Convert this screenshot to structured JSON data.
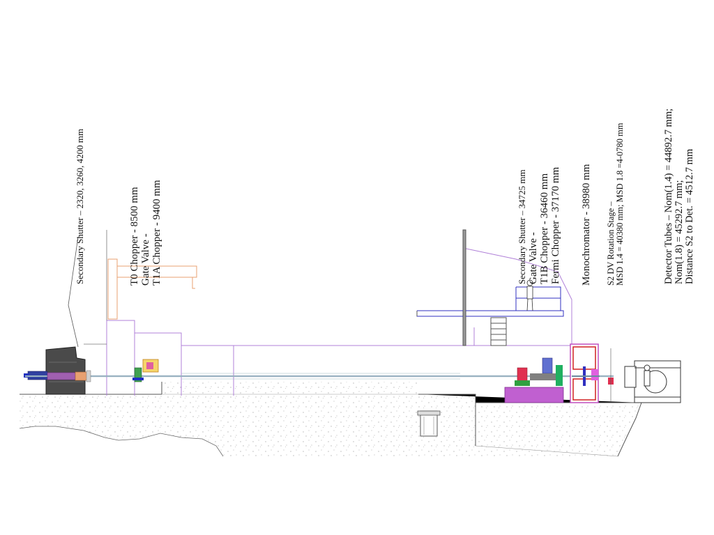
{
  "labels": {
    "secondary_shutter_1": "Secondary Shutter – 2320, 3260, 4200 mm",
    "t0_chopper": "T0 Chopper  - 8500 mm",
    "gate_valve_1": "Gate Valve  -",
    "t1a_chopper": "T1A Chopper  - 9400 mm",
    "secondary_shutter_2": "Secondary Shutter – 34725 mm",
    "gate_valve_2": "Gate Valve  -",
    "t1b_chopper": "T1B Chopper  - 36460 mm",
    "fermi_chopper": "Fermi Chopper  - 37170 mm",
    "monochromator": "Monochromator   - 38980 mm",
    "s2_stage_line1": "S2 DV Rotation Stage –",
    "s2_stage_line2": "MSD 1.4 = 40380 mm; MSD 1.8 =4-0780 mm",
    "detector_line1": "Detector Tubes – Nom(1.4) = 44892.7 mm;",
    "detector_line2": "Nom(1.8) = 45292.7 mm;",
    "detector_line3": "Distance S2 to Det. = 4512.7 mm"
  },
  "colors": {
    "floor_line": "#555555",
    "concrete_fill": "#f4f4f4",
    "shield_outline": "#b080d8",
    "chopper_orange": "#e8a070",
    "beam_blue": "#3030c0",
    "magenta": "#c050c0",
    "red": "#d02020",
    "green": "#30a040",
    "dark": "#333333"
  }
}
